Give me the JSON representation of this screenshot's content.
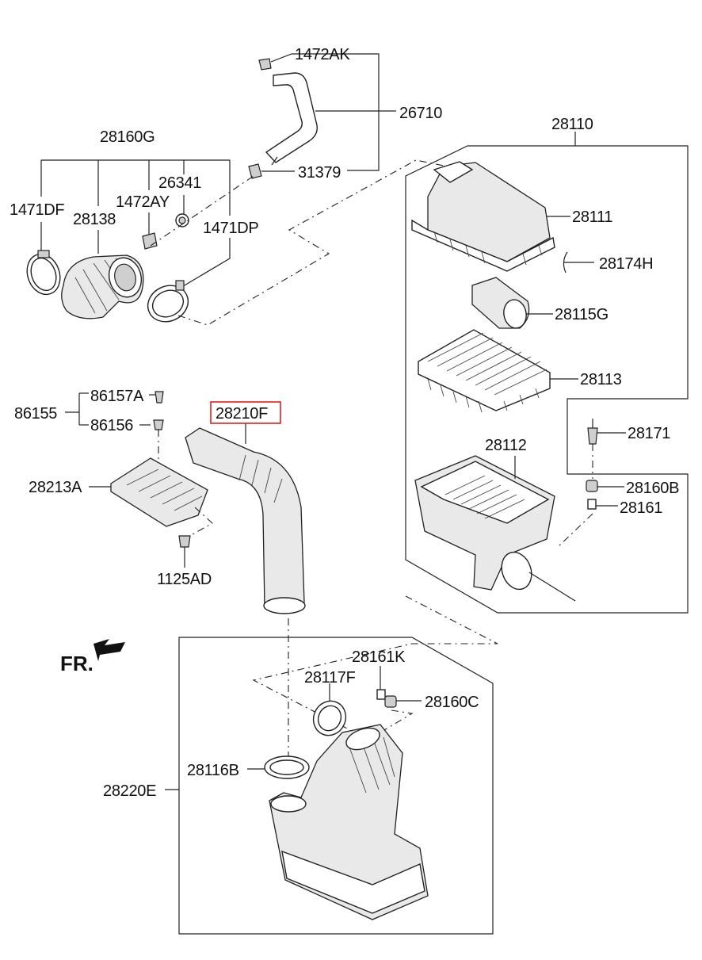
{
  "parts": {
    "p1472AK": "1472AK",
    "p26710": "26710",
    "p28160G": "28160G",
    "p26341": "26341",
    "p31379": "31379",
    "p1471DF": "1471DF",
    "p28138": "28138",
    "p1472AY": "1472AY",
    "p1471DP": "1471DP",
    "p28110": "28110",
    "p28111": "28111",
    "p28174H": "28174H",
    "p28115G": "28115G",
    "p28113": "28113",
    "p28171": "28171",
    "p28112": "28112",
    "p28160B": "28160B",
    "p28161": "28161",
    "p86157A": "86157A",
    "p86155": "86155",
    "p86156": "86156",
    "p28210F": "28210F",
    "p28213A": "28213A",
    "p1125AD": "1125AD",
    "p28161K": "28161K",
    "p28117F": "28117F",
    "p28160C": "28160C",
    "p28116B": "28116B",
    "p28220E": "28220E"
  },
  "fr_label": "FR.",
  "highlight_color": "#e02020"
}
